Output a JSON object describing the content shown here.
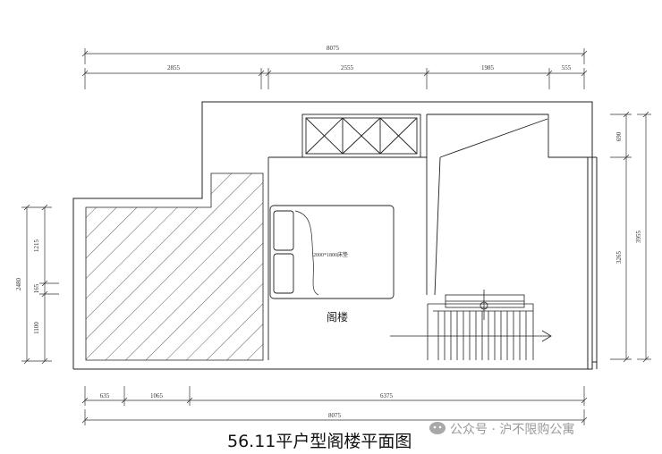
{
  "title": "56.11平户型阁楼平面图",
  "watermark": "公众号 · 沪不限购公寓",
  "room_label": "阁楼",
  "bed_label": "2000*1800床垫",
  "top_dims": {
    "total": "8075",
    "segments": [
      "2855",
      "2555",
      "1985",
      "555"
    ]
  },
  "bottom_dims": {
    "total": "8075",
    "segments": [
      "635",
      "1065",
      "6375"
    ]
  },
  "left_dims": {
    "total": "2480",
    "segments": [
      "1215",
      "165",
      "1100"
    ]
  },
  "right_dims": {
    "total": "3955",
    "segments": [
      "690",
      "3265"
    ]
  },
  "colors": {
    "line": "#222222",
    "text": "#333333",
    "watermark": "#9a9a9a"
  }
}
